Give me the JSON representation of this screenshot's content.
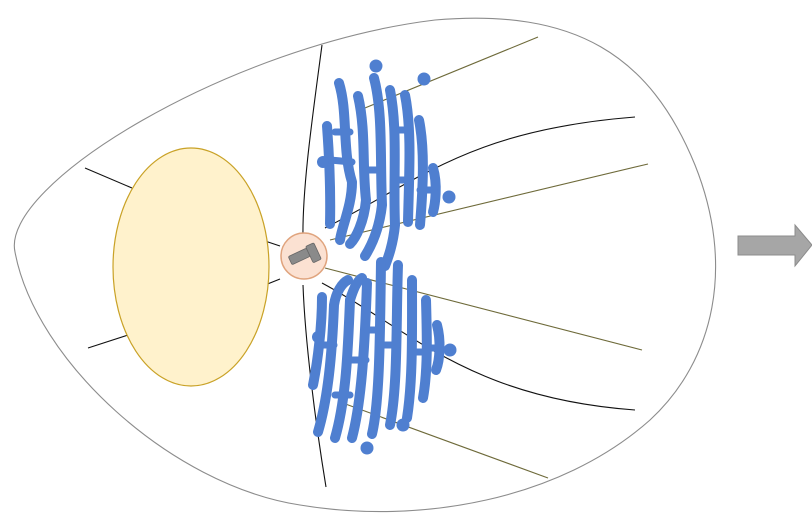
{
  "diagram": {
    "kind": "cell-illustration",
    "elements": [
      "cell-membrane",
      "nucleus",
      "centrosome",
      "golgi-stacks",
      "vesicles",
      "microtubules",
      "next-arrow"
    ]
  },
  "colors": {
    "membrane_stroke": "#8c8c8c",
    "nucleus_fill": "#fff2cc",
    "nucleus_stroke": "#c9a227",
    "golgi_fill": "#4f7fd0",
    "centrosome_fill": "#fbe1d2",
    "centrosome_stroke": "#e0a47e",
    "centriole_fill": "#8a8a8a",
    "microtubule_black": "#111111",
    "microtubule_olive": "#6e6a3a",
    "arrow_fill": "#a6a6a6",
    "arrow_stroke": "#8c8c8c"
  }
}
